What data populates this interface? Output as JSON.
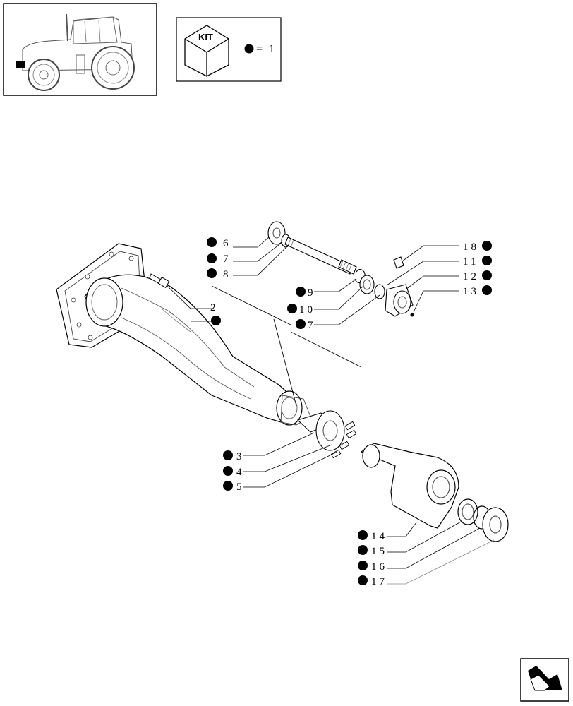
{
  "kit_legend": {
    "label": "KIT",
    "equals": "=",
    "value": "1"
  },
  "callouts": [
    {
      "id": "c2",
      "text": "2"
    },
    {
      "id": "c6",
      "text": "6"
    },
    {
      "id": "c7a",
      "text": "7"
    },
    {
      "id": "c8",
      "text": "8"
    },
    {
      "id": "c9",
      "text": "9"
    },
    {
      "id": "c10",
      "text": "10"
    },
    {
      "id": "c7b",
      "text": "7"
    },
    {
      "id": "c18",
      "text": "18"
    },
    {
      "id": "c11",
      "text": "11"
    },
    {
      "id": "c12",
      "text": "12"
    },
    {
      "id": "c13",
      "text": "13"
    },
    {
      "id": "c3",
      "text": "3"
    },
    {
      "id": "c4",
      "text": "4"
    },
    {
      "id": "c5",
      "text": "5"
    },
    {
      "id": "c14",
      "text": "14"
    },
    {
      "id": "c15",
      "text": "15"
    },
    {
      "id": "c16",
      "text": "16"
    },
    {
      "id": "c17",
      "text": "17"
    }
  ],
  "icons": {
    "thumbnail": "tractor-locator-icon",
    "kit": "kit-box-icon",
    "nav": "next-page-arrow-icon"
  }
}
